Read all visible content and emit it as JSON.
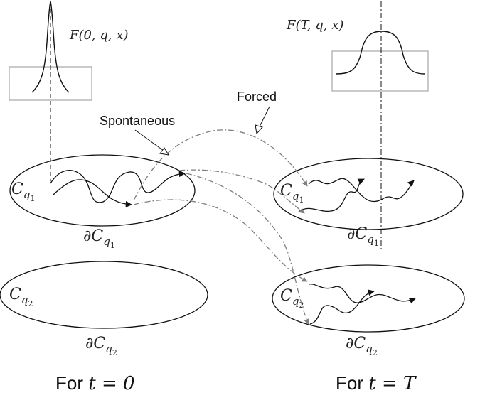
{
  "left": {
    "distribution_label": "F(0, q, x)",
    "region_top": {
      "name": "C",
      "sub": "q",
      "subsub": "1"
    },
    "boundary_top": {
      "prefix": "∂C",
      "sub": "q",
      "subsub": "1"
    },
    "region_bottom": {
      "name": "C",
      "sub": "q",
      "subsub": "2"
    },
    "boundary_bottom": {
      "prefix": "∂C",
      "sub": "q",
      "subsub": "2"
    },
    "caption": {
      "text": "For ",
      "var": "t",
      "rest": " = 0"
    }
  },
  "right": {
    "distribution_label": "F(T, q, x)",
    "region_top": {
      "name": "C",
      "sub": "q",
      "subsub": "1"
    },
    "boundary_top": {
      "prefix": "∂C",
      "sub": "q",
      "subsub": "1"
    },
    "region_bottom": {
      "name": "C",
      "sub": "q",
      "subsub": "2"
    },
    "boundary_bottom": {
      "prefix": "∂C",
      "sub": "q",
      "subsub": "2"
    },
    "caption": {
      "text": "For ",
      "var": "t",
      "rest": " = T"
    }
  },
  "annotations": {
    "spontaneous": "Spontaneous",
    "forced": "Forced"
  },
  "colors": {
    "ink": "#111111",
    "box": "#a6a6a6",
    "transition": "#7f7f7f"
  }
}
